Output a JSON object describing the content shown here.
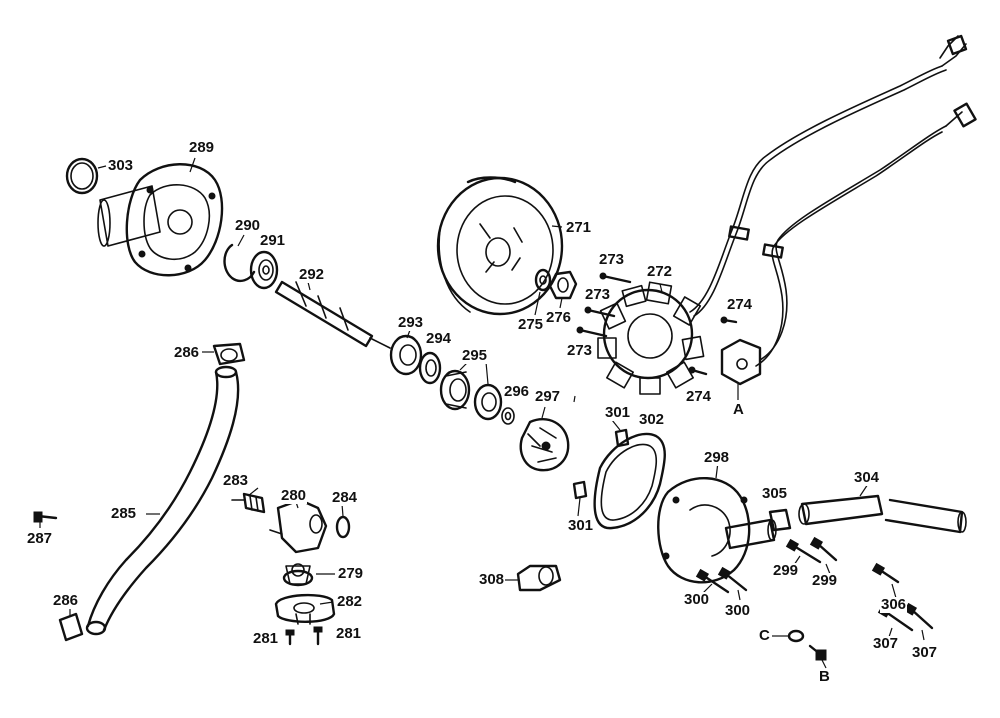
{
  "labels": {
    "p271": "271",
    "p272": "272",
    "p273a": "273",
    "p273b": "273",
    "p273c": "273",
    "p274a": "274",
    "p274b": "274",
    "p275": "275",
    "p276": "276",
    "p279": "279",
    "p280": "280",
    "p281a": "281",
    "p281b": "281",
    "p282": "282",
    "p283": "283",
    "p284": "284",
    "p285": "285",
    "p286a": "286",
    "p286b": "286",
    "p287": "287",
    "p289": "289",
    "p290": "290",
    "p291": "291",
    "p292": "292",
    "p293": "293",
    "p294": "294",
    "p295": "295",
    "p296": "296",
    "p297": "297",
    "p298": "298",
    "p299a": "299",
    "p299b": "299",
    "p300a": "300",
    "p300b": "300",
    "p301a": "301",
    "p301b": "301",
    "p302": "302",
    "p303": "303",
    "p304": "304",
    "p305": "305",
    "p306": "306",
    "p307a": "307",
    "p307b": "307",
    "p308": "308",
    "refA": "A",
    "refB": "B",
    "refC": "C"
  }
}
